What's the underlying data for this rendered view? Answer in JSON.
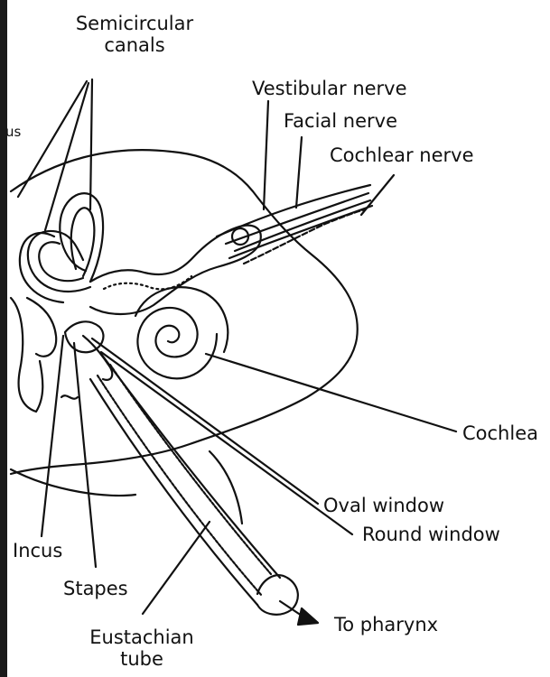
{
  "diagram": {
    "labels": {
      "semicircular_canals": [
        "Semicircular",
        "canals"
      ],
      "cut_fragment": "us",
      "vestibular_nerve": "Vestibular nerve",
      "facial_nerve": "Facial nerve",
      "cochlear_nerve": "Cochlear nerve",
      "cochlea": "Cochlea",
      "oval_window": "Oval window",
      "round_window": "Round window",
      "incus": "Incus",
      "stapes": "Stapes",
      "eustachian_tube": [
        "Eustachian",
        "tube"
      ],
      "to_pharynx": "To pharynx"
    },
    "colors": {
      "ink": "#111111",
      "paper": "#ffffff",
      "edge": "#1a1a1a"
    }
  }
}
